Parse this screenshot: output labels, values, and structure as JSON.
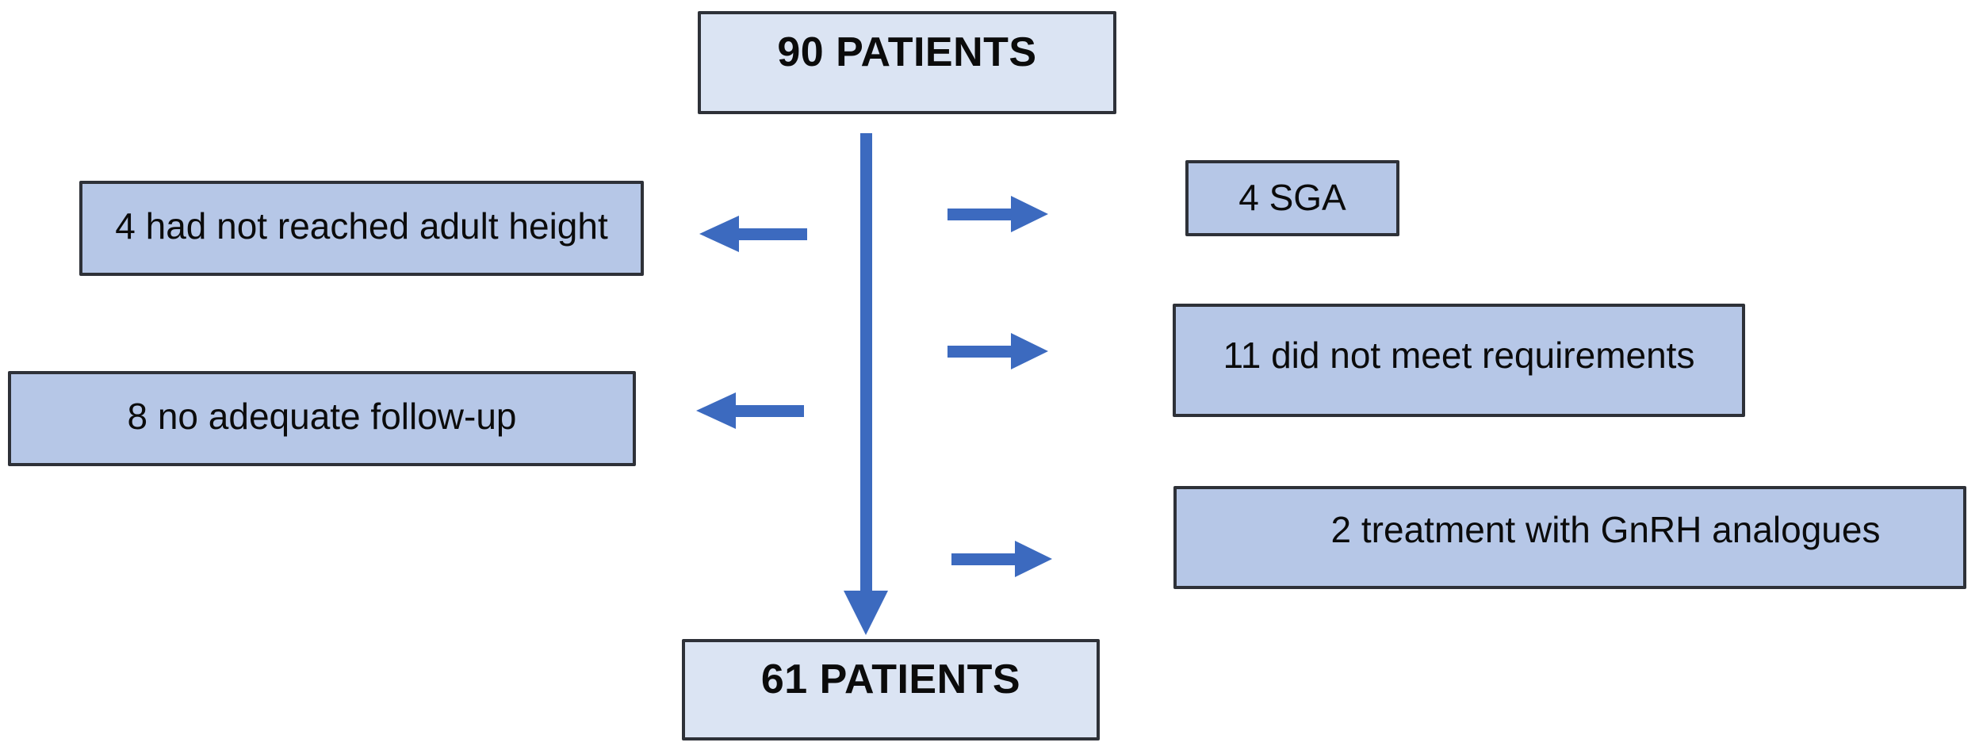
{
  "diagram": {
    "top_box": {
      "label": "90 PATIENTS"
    },
    "left_boxes": [
      {
        "label": "4 had not reached adult height"
      },
      {
        "label": "8 no adequate follow-up"
      }
    ],
    "right_boxes": [
      {
        "label": "4 SGA"
      },
      {
        "label": "11 did not meet requirements"
      },
      {
        "label": "2 treatment with GnRH analogues"
      }
    ],
    "bottom_box": {
      "label": "61 PATIENTS"
    }
  },
  "icons": {
    "down_arrow_icon": "css-arrow-down",
    "left_arrow_icon": "css-arrow-left",
    "right_arrow_icon": "css-arrow-right"
  },
  "colors": {
    "background": "#ffffff",
    "main_box_fill": "#dbe4f3",
    "side_box_fill": "#b6c7e7",
    "box_border": "#2e3138",
    "arrow": "#3c6abf",
    "text": "#0b0b0b"
  }
}
